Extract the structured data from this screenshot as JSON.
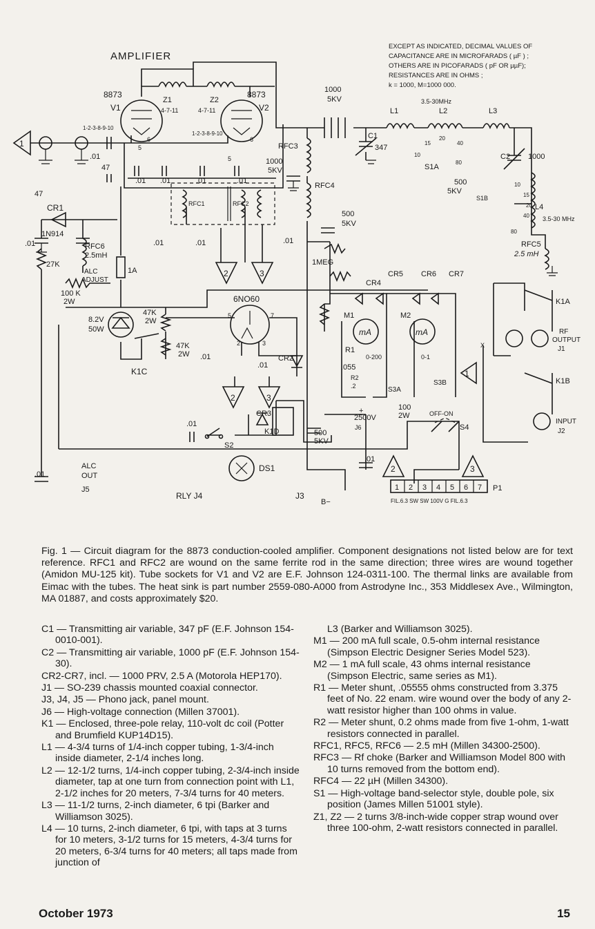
{
  "diagram": {
    "title": "AMPLIFIER",
    "note": [
      "EXCEPT AS INDICATED, DECIMAL VALUES OF",
      "CAPACITANCE ARE IN MICROFARADS ( µF ) ;",
      "OTHERS ARE IN PICOFARADS ( pF OR µµF);",
      "RESISTANCES ARE IN OHMS ;",
      "k = 1000, M=1000 000."
    ],
    "labels": {
      "v1_type": "8873",
      "v1": "V1",
      "v2_type": "8873",
      "v2": "V2",
      "z1": "Z1",
      "z2": "Z2",
      "pins_a": "4-7-11",
      "pins_b": "4-7-11",
      "pins_grid_left": "1-2-3-8-9-10",
      "pins_grid_right": "1-2-3-8-9-10",
      "pin5": "5",
      "pin6": "6",
      "pin6b": "6",
      "pin5b": "5",
      "input_num": "1",
      "cap_01_in": ".01",
      "cap_47_a": "47",
      "cap_47_b": "47",
      "cr1": "CR1",
      "diode_1n914": "1N914",
      "cap_01_left": ".01",
      "res_27k": "27K",
      "rfc6": "RFC6",
      "rfc6_val": "2.5mH",
      "alc_adjust": "ALC",
      "alc_adjust2": "ADJUST",
      "res_100k": "100  K",
      "res_100k_w": "2W",
      "fuse_1a": "1A",
      "zener": "8.2V",
      "zener_w": "50W",
      "r47k_a": "47K",
      "r47k_a_w": "2W",
      "r47k_b": "47K",
      "r47k_b_w": "2W",
      "k1c": "K1C",
      "cap_01_a": ".01",
      "cap_01_b": ".01",
      "cap_01_c": ".01",
      "cap_01_d": ".01",
      "rfc1": "RFC1",
      "rfc2": "RFC2",
      "cap_01_e": ".01",
      "cap_01_f": ".01",
      "cap_01_g": ".01",
      "tri2": "2",
      "tri3": "3",
      "tube_6n060": "6NO60",
      "p5": "5",
      "p7": "7",
      "p2": "2",
      "p3": "3",
      "cap_01_h": ".01",
      "cap_01_i": ".01",
      "cr2": "CR2",
      "tri2b": "2",
      "tri3b": "3",
      "cr3": "CR3",
      "k1d": "K1D",
      "cap_01_j": ".01",
      "s2": "S2",
      "ds1": "DS1",
      "alc_out": "ALC",
      "alc_out2": "OUT",
      "j5": "J5",
      "cap_01_k": ".01",
      "rly_j4": "RLY J4",
      "j3": "J3",
      "b_minus": "B−",
      "cap_1000": "1000",
      "cap_5kv": "5KV",
      "c1": "C1",
      "c1_val": "347",
      "rfc3": "RFC3",
      "cap_1000b": "1000",
      "cap_5kv_b": "5KV",
      "rfc4": "RFC4",
      "cap_500a": "500",
      "cap_5kv_c": "5KV",
      "meg": "1MEG",
      "cr4": "CR4",
      "cr5": "CR5",
      "cr6": "CR6",
      "cr7": "CR7",
      "m1": "M1",
      "m2": "M2",
      "ma1": "mA",
      "ma2": "mA",
      "m1_range": "0-200",
      "m2_range": "0-1",
      "r1": "R1",
      "r1_val": ".055",
      "r2": "R2",
      "r2_val": ".2",
      "s3a": "S3A",
      "s3b": "S3B",
      "tri1": "1",
      "hv": "+",
      "hv_v": "2500V",
      "j6": "J6",
      "r100": "100",
      "r100w": "2W",
      "cap_500b": "500",
      "cap_5kv_d": "5KV",
      "cap_01_l": ".01",
      "off_on": "OFF-ON",
      "s4": "S4",
      "x": "X",
      "freq_range": "3.5-30MHz",
      "l1": "L1",
      "l2": "L2",
      "l3": "L3",
      "tap15": "15",
      "tap20": "20",
      "tap40": "40",
      "tap10": "10",
      "tap80": "80",
      "s1a": "S1A",
      "c2": "C2",
      "c2_val": "1000",
      "cap_500c": "500",
      "cap_5kv_e": "5KV",
      "s1b": "S1B",
      "t10": "10",
      "t15": "15",
      "t20": "20",
      "t40": "40",
      "t80": "80",
      "l4": "L4",
      "freq_range2": "3.5-30 MHz",
      "rfc5": "RFC5",
      "rfc5_val": "2.5 mH",
      "k1a": "K1A",
      "k1b": "K1B",
      "rf": "RF",
      "output": "OUTPUT",
      "j1": "J1",
      "input": "INPUT",
      "j2": "J2",
      "tri2c": "2",
      "tri3c": "3",
      "p1": "P1",
      "plug_pins": [
        "1",
        "2",
        "3",
        "4",
        "5",
        "6",
        "7"
      ],
      "plug_legend": "FIL.6.3  SW  SW  100V      G  FIL.6.3"
    }
  },
  "caption": "Fig. 1 — Circuit diagram for the 8873 conduction-cooled amplifier. Component designations not listed below are for text reference. RFC1 and RFC2 are wound on the same ferrite rod in the same direction; three wires are wound together (Amidon MU-125 kit). Tube sockets for V1 and V2 are E.F. Johnson 124-0311-100. The thermal links are available from Eimac with the tubes. The heat sink is part number 2559-080-A000 from Astrodyne Inc., 353 Middlesex Ave., Wilmington, MA 01887, and costs approximately $20.",
  "parts_left": [
    "C1 — Transmitting air variable, 347 pF (E.F. Johnson 154-0010-001).",
    "C2 — Transmitting air variable, 1000 pF (E.F. Johnson 154-30).",
    "CR2-CR7, incl. — 1000 PRV, 2.5 A (Motorola HEP170).",
    "J1 — SO-239 chassis mounted coaxial connector.",
    "J3, J4, J5 — Phono jack, panel mount.",
    "J6 — High-voltage connection (Millen 37001).",
    "K1 — Enclosed, three-pole relay, 110-volt dc coil (Potter and Brumfield KUP14D15).",
    "L1 — 4-3/4 turns of 1/4-inch copper tubing, 1-3/4-inch inside diameter, 2-1/4 inches long.",
    "L2 — 12-1/2 turns, 1/4-inch copper tubing, 2-3/4-inch inside diameter, tap at one turn from connection point with L1, 2-1/2 inches for 20 meters, 7-3/4 turns for 40 meters.",
    "L3 — 11-1/2 turns, 2-inch diameter, 6 tpi (Barker and Williamson 3025).",
    "L4 — 10 turns, 2-inch diameter, 6 tpi, with taps at 3 turns for 10 meters, 3-1/2 turns for 15 meters, 4-3/4 turns for 20 meters, 6-3/4 turns for 40 meters; all taps made from junction of"
  ],
  "parts_right": [
    "L3 (Barker and Williamson 3025).",
    "M1 — 200 mA full scale, 0.5-ohm internal resistance (Simpson Electric Designer Series Model 523).",
    "M2 — 1 mA full scale, 43 ohms internal resistance (Simpson Electric, same series as M1).",
    "R1 — Meter shunt, .05555 ohms constructed from 3.375 feet of No. 22 enam. wire wound over the body of any 2-watt resistor higher than 100 ohms in value.",
    "R2 — Meter shunt, 0.2 ohms made from five 1-ohm, 1-watt resistors connected in parallel.",
    "RFC1, RFC5, RFC6 — 2.5 mH (Millen 34300-2500).",
    "RFC3 — Rf choke (Barker and Williamson Model 800 with 10 turns removed from the bottom end).",
    "RFC4 — 22 µH (Millen 34300).",
    "S1 — High-voltage band-selector style, double pole, six position (James Millen 51001 style).",
    "Z1, Z2 — 2 turns 3/8-inch-wide copper strap wound over three 100-ohm, 2-watt resistors connected in parallel."
  ],
  "footer": {
    "date": "October 1973",
    "page": "15"
  }
}
